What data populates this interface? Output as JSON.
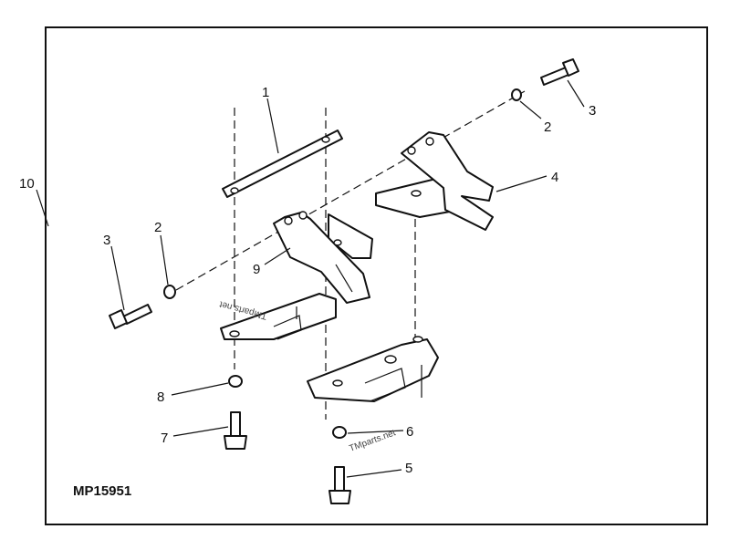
{
  "figure_code": "MP15951",
  "watermark_text": "TMparts.net",
  "callouts": {
    "c1": "1",
    "c2a": "2",
    "c2b": "2",
    "c3a": "3",
    "c3b": "3",
    "c4": "4",
    "c5": "5",
    "c6": "6",
    "c7": "7",
    "c8": "8",
    "c9": "9",
    "c10": "10"
  },
  "colors": {
    "line": "#111111",
    "background": "#ffffff"
  }
}
